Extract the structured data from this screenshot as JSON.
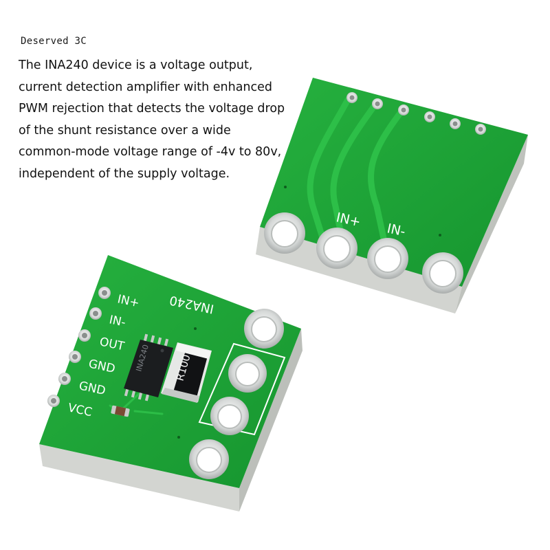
{
  "watermark": "Deserved 3C",
  "description_lines": [
    "The INA240 device is a voltage output,",
    "current detection amplifier with enhanced",
    "PWM rejection that detects the voltage drop",
    "of the shunt resistance over a wide",
    "common-mode voltage range of -4v to 80v,",
    "independent of the supply voltage."
  ],
  "back_board": {
    "labels": {
      "in_plus": "IN+",
      "in_minus": "IN-"
    }
  },
  "front_board": {
    "chip_silkscreen": "INA240",
    "chip_marking": "INA240",
    "shunt_marking": "R100",
    "pin_labels": [
      "IN+",
      "IN-",
      "OUT",
      "GND",
      "GND",
      "VCC"
    ]
  },
  "colors": {
    "pcb_green": "#1fa83a",
    "pcb_edge": "#c9ccc7",
    "pad_silver": "#d9dcdc",
    "silkscreen": "#ffffff"
  }
}
